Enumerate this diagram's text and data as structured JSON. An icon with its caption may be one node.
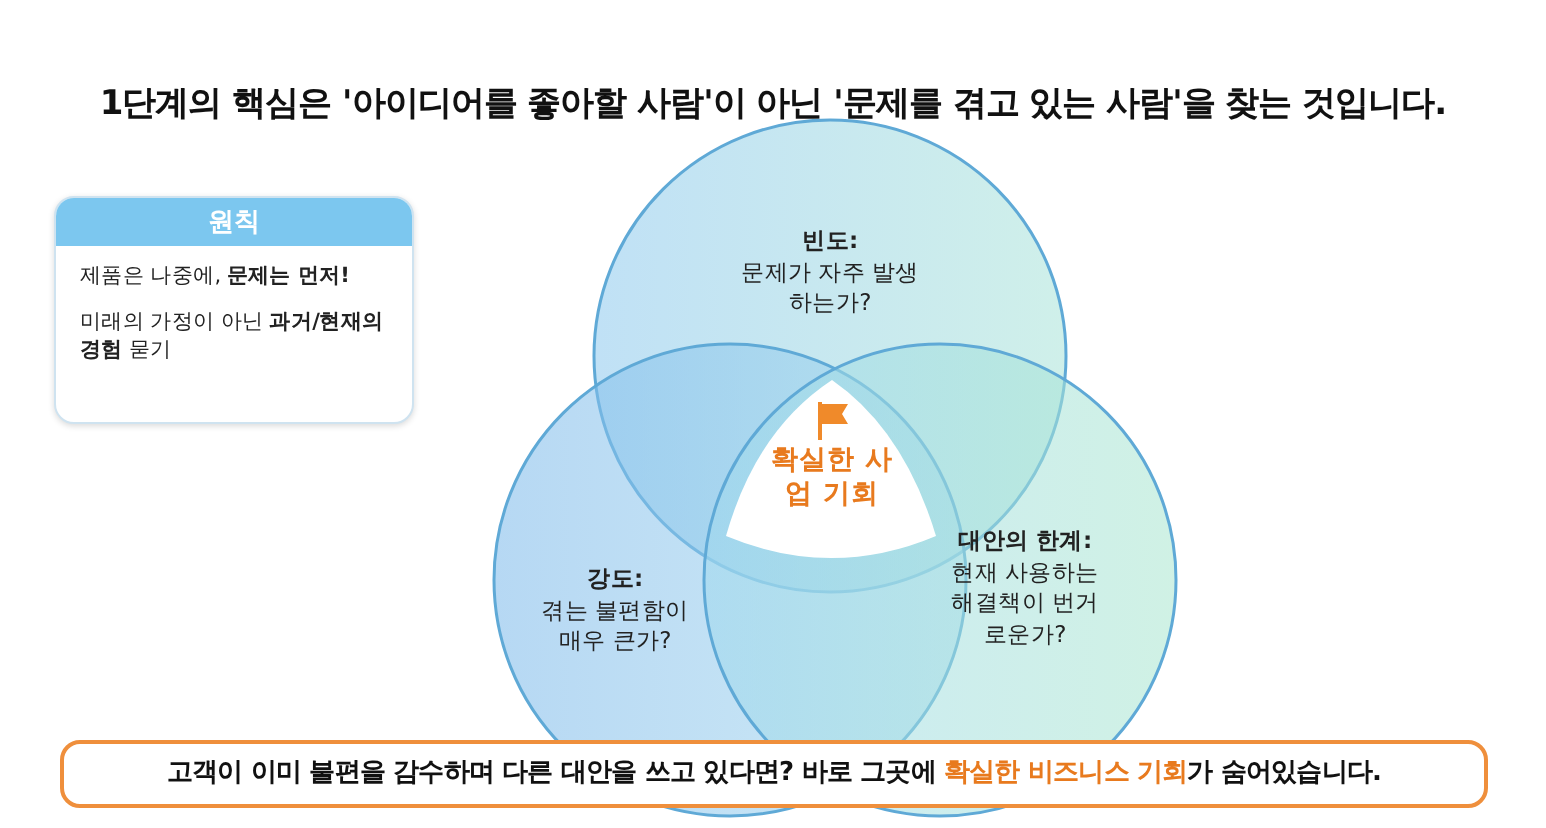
{
  "diagram": {
    "title": "1단계의 핵심은 '아이디어를 좋아할 사람'이 아닌 '문제를 겪고 있는 사람'을 찾는 것입니다.",
    "nodes": [
      {
        "text": [
          "원칙",
          "제품은 나중에, **문제는 먼저!**",
          "미래의 가정이 아닌 **과거/현재의 경험** 묻기"
        ]
      },
      {
        "text": [
          "빈도:",
          "문제가 자주 발생하는가?"
        ]
      },
      {
        "text": [
          "강도:",
          "겪는 불편함이 매우 큰가?"
        ]
      },
      {
        "text": [
          "대안의 한계:",
          "현재 사용하는 해결책이 번거로운가?"
        ]
      },
      {
        "text": [
          "확실한 사업 기회"
        ]
      },
      {
        "text": [
          "고객이 이미 불편을 감수하며 다른 대안을 쓰고 있다면? 바로 그곳에 **확실한 비즈니스 기회**가 숨어있습니다."
        ]
      }
    ]
  }
}
